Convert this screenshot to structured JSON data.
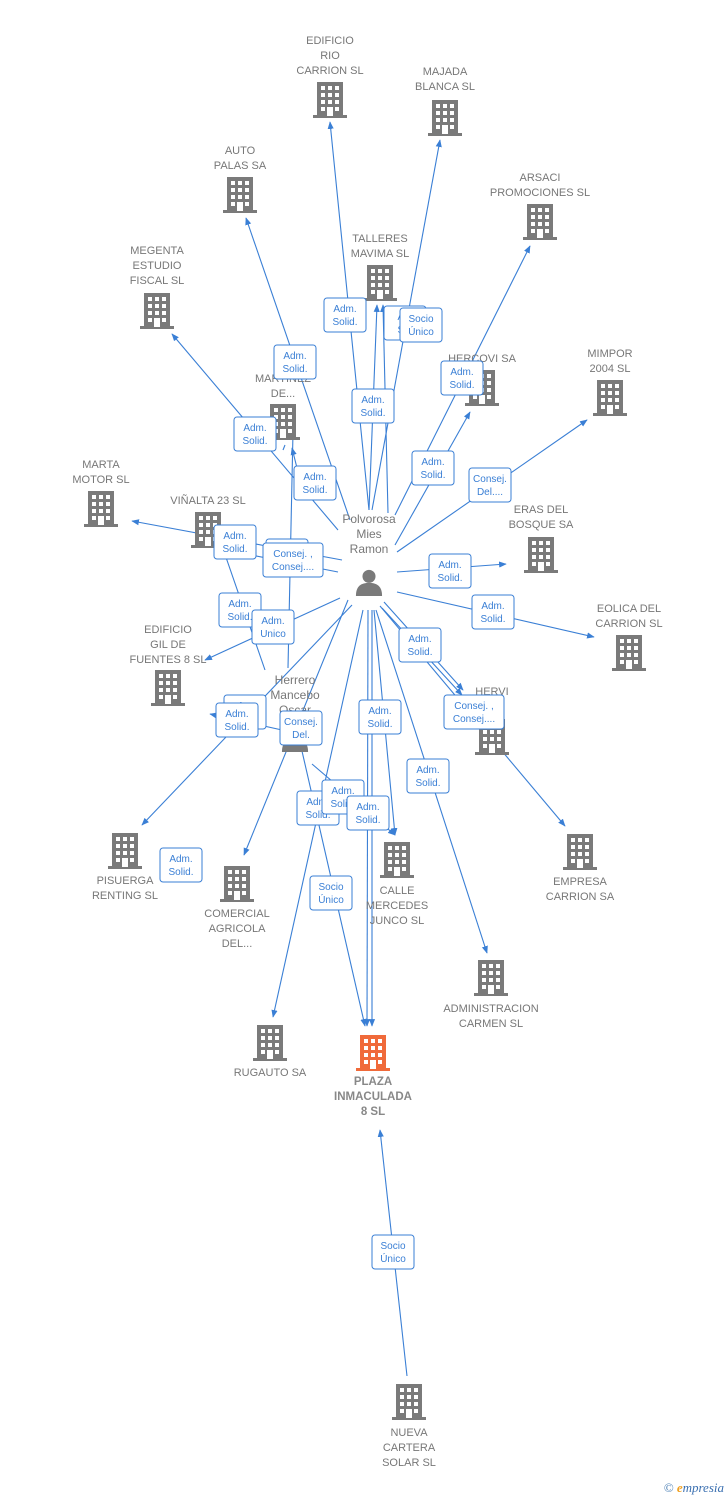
{
  "colors": {
    "edge": "#3a7fd5",
    "building": "#7a7a7a",
    "focus": "#f06a3a",
    "label": "#777777"
  },
  "people": [
    {
      "id": "polvorosa",
      "name": "Polvorosa\nMies\nRamon",
      "icon": "person-icon"
    },
    {
      "id": "herrero",
      "name": "Herrero\nMancebo\nOscar",
      "icon": "person-icon"
    }
  ],
  "companies": [
    {
      "id": "edificio-rio",
      "name": "EDIFICIO\nRIO\nCARRION  SL"
    },
    {
      "id": "majada",
      "name": "MAJADA\nBLANCA  SL"
    },
    {
      "id": "auto-palas",
      "name": "AUTO\nPALAS SA"
    },
    {
      "id": "arsaci",
      "name": "ARSACI\nPROMOCIONES SL"
    },
    {
      "id": "talleres",
      "name": "TALLERES\nMAVIMA SL"
    },
    {
      "id": "megenta",
      "name": "MEGENTA\nESTUDIO\nFISCAL  SL"
    },
    {
      "id": "hercovi",
      "name": "HERCOVI SA"
    },
    {
      "id": "mimpor",
      "name": "MIMPOR\n2004 SL"
    },
    {
      "id": "c-martinez",
      "name": "C...\nMARTINEZ\nDE..."
    },
    {
      "id": "marta",
      "name": "MARTA\nMOTOR  SL"
    },
    {
      "id": "vinalta",
      "name": "VIÑALTA 23  SL"
    },
    {
      "id": "eras",
      "name": "ERAS DEL\nBOSQUE SA"
    },
    {
      "id": "eolica",
      "name": "EOLICA DEL\nCARRION SL"
    },
    {
      "id": "edificio-gil",
      "name": "EDIFICIO\nGIL DE\nFUENTES 8  SL"
    },
    {
      "id": "hervi",
      "name": "HERVI\n...  SL"
    },
    {
      "id": "pisuerga",
      "name": "PISUERGA\nRENTING  SL"
    },
    {
      "id": "comercial",
      "name": "COMERCIAL\nAGRICOLA\nDEL..."
    },
    {
      "id": "calle",
      "name": "CALLE\nMERCEDES\nJUNCO  SL"
    },
    {
      "id": "empresa-carrion",
      "name": "EMPRESA\nCARRION SA"
    },
    {
      "id": "administracion",
      "name": "ADMINISTRACION\nCARMEN SL"
    },
    {
      "id": "rugauto",
      "name": "RUGAUTO SA"
    },
    {
      "id": "plaza",
      "name": "PLAZA\nINMACULADA\n8  SL",
      "focus": true
    },
    {
      "id": "nueva",
      "name": "NUEVA\nCARTERA\nSOLAR SL"
    }
  ],
  "badges": [
    {
      "id": "b1",
      "text": "Adm.\nSolid."
    },
    {
      "id": "b2",
      "text": "A...\nS..."
    },
    {
      "id": "b3",
      "text": "Socio\nÚnico"
    },
    {
      "id": "b4",
      "text": "Adm.\nSolid."
    },
    {
      "id": "b5",
      "text": "Adm.\nSolid."
    },
    {
      "id": "b6",
      "text": "Adm.\nSolid."
    },
    {
      "id": "b7",
      "text": "Adm.\nSolid."
    },
    {
      "id": "b8",
      "text": "Adm.\nSolid."
    },
    {
      "id": "b9",
      "text": "Adm.\nSolid."
    },
    {
      "id": "b10",
      "text": "Consej.\nDel...."
    },
    {
      "id": "b11",
      "text": "Adm.\nSolid."
    },
    {
      "id": "b12",
      "text": "A...\nS..."
    },
    {
      "id": "b13",
      "text": "Adm.\nSolid."
    },
    {
      "id": "b14",
      "text": "Consej. ,\nConsej...."
    },
    {
      "id": "b15",
      "text": "Adm.\nSolid."
    },
    {
      "id": "b16",
      "text": "Adm.\nSolid."
    },
    {
      "id": "b17",
      "text": "Adm.\nUnico"
    },
    {
      "id": "b18",
      "text": "Adm.\nSolid."
    },
    {
      "id": "b19",
      "text": "A...\nS..."
    },
    {
      "id": "b20",
      "text": "Adm.\nSolid."
    },
    {
      "id": "b21",
      "text": "Consej.\nDel."
    },
    {
      "id": "b22",
      "text": "Adm.\nSolid."
    },
    {
      "id": "b23",
      "text": "Consej. ,\nConsej...."
    },
    {
      "id": "b24",
      "text": "Adm.\nSolid."
    },
    {
      "id": "b25",
      "text": "Adm.\nSolid."
    },
    {
      "id": "b26",
      "text": "Adm.\nSolid."
    },
    {
      "id": "b27",
      "text": "Adm.\nSolid."
    },
    {
      "id": "b28",
      "text": "Socio\nÚnico"
    },
    {
      "id": "b29",
      "text": "Adm.\nSolid."
    },
    {
      "id": "b30",
      "text": "Socio\nÚnico"
    }
  ],
  "footer": {
    "copyright": "©",
    "brand_e": "e",
    "brand_rest": "mpresia"
  }
}
